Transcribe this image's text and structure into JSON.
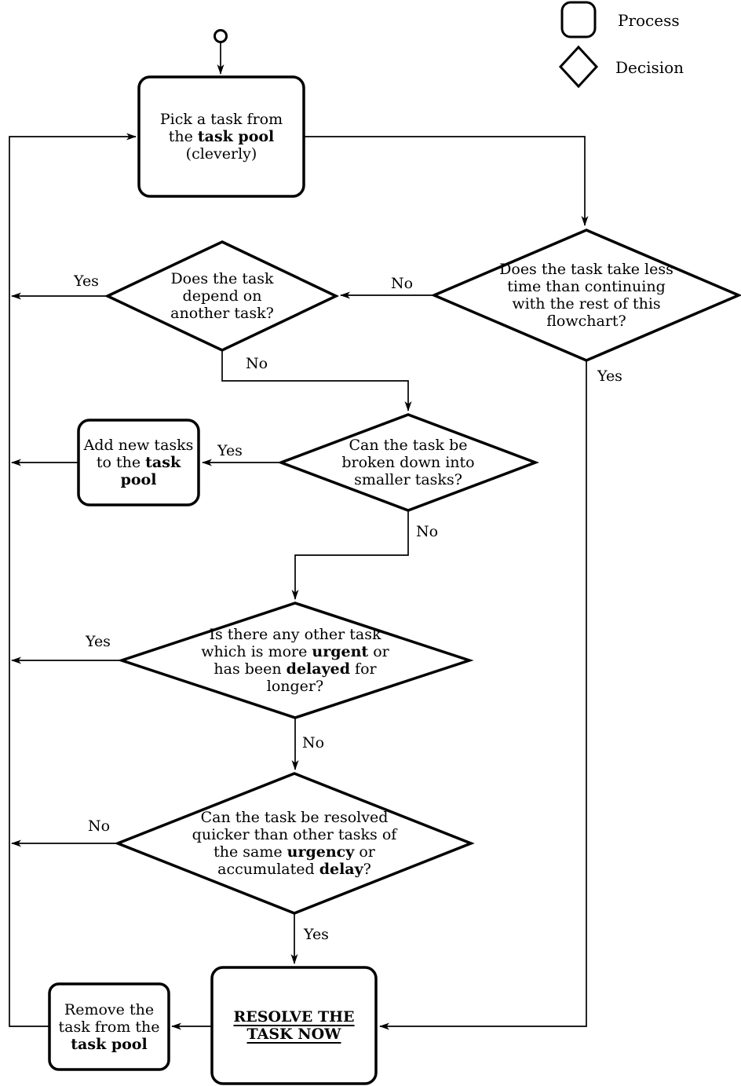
{
  "legend": {
    "process": "Process",
    "decision": "Decision"
  },
  "nodes": {
    "pick_task": {
      "type": "process",
      "segments": [
        {
          "t": "Pick a task from\nthe "
        },
        {
          "t": "task pool",
          "b": true
        },
        {
          "t": "\n(cleverly)"
        }
      ]
    },
    "take_less_time": {
      "type": "decision",
      "segments": [
        {
          "t": "Does the task take less\ntime than continuing\nwith the rest of this\nflowchart?"
        }
      ]
    },
    "depends_on_task": {
      "type": "decision",
      "segments": [
        {
          "t": "Does the task\ndepend on\nanother task?"
        }
      ]
    },
    "can_break_down": {
      "type": "decision",
      "segments": [
        {
          "t": "Can the task be\nbroken down into\nsmaller tasks?"
        }
      ]
    },
    "add_new_tasks": {
      "type": "process",
      "segments": [
        {
          "t": "Add new tasks\nto the "
        },
        {
          "t": "task\npool",
          "b": true
        }
      ]
    },
    "more_urgent": {
      "type": "decision",
      "segments": [
        {
          "t": "Is there any other task\nwhich is more "
        },
        {
          "t": "urgent",
          "b": true
        },
        {
          "t": " or\nhas been "
        },
        {
          "t": "delayed",
          "b": true
        },
        {
          "t": " for\nlonger?"
        }
      ]
    },
    "resolved_quicker": {
      "type": "decision",
      "segments": [
        {
          "t": "Can the task be resolved\nquicker than other tasks of\nthe same "
        },
        {
          "t": "urgency",
          "b": true
        },
        {
          "t": " or\naccumulated "
        },
        {
          "t": "delay",
          "b": true
        },
        {
          "t": "?"
        }
      ]
    },
    "resolve_now": {
      "type": "process",
      "segments": [
        {
          "t": "RESOLVE THE\nTASK NOW",
          "b": true,
          "u": true
        }
      ]
    },
    "remove_task": {
      "type": "process",
      "segments": [
        {
          "t": "Remove the\ntask from the\n"
        },
        {
          "t": "task pool",
          "b": true
        }
      ]
    }
  },
  "edge_labels": {
    "time_yes": "Yes",
    "time_no": "No",
    "depend_yes": "Yes",
    "depend_no": "No",
    "breakdown_yes": "Yes",
    "breakdown_no": "No",
    "urgent_yes": "Yes",
    "urgent_no": "No",
    "quicker_yes": "Yes",
    "quicker_no": "No"
  },
  "colors": {
    "stroke": "#000000",
    "background": "#ffffff"
  }
}
